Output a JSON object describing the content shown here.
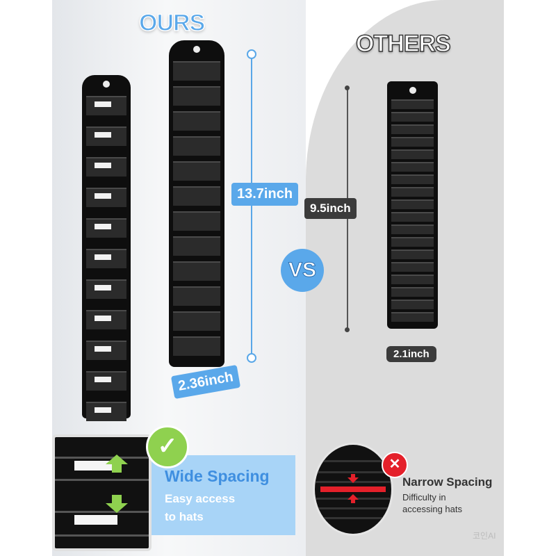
{
  "headers": {
    "ours": "OURS",
    "others": "OTHERS"
  },
  "measurements": {
    "ours_height": "13.7inch",
    "ours_width": "2.36inch",
    "others_height": "9.5inch",
    "others_width": "2.1inch"
  },
  "vs_label": "VS",
  "ours_callout": {
    "title": "Wide Spacing",
    "line1": "Easy access",
    "line2": "to hats"
  },
  "others_callout": {
    "title": "Narrow Spacing",
    "line1": "Difficulty in",
    "line2": "accessing hats"
  },
  "icons": {
    "check": "check-icon",
    "cross": "cross-icon",
    "up_arrow": "arrow-up-icon",
    "down_arrow": "arrow-down-icon"
  },
  "colors": {
    "accent_blue": "#5aa8ea",
    "check_green": "#8fd14f",
    "warning_red": "#e4202a",
    "dark_label": "#3b3b3b"
  },
  "watermark": "코인AI"
}
